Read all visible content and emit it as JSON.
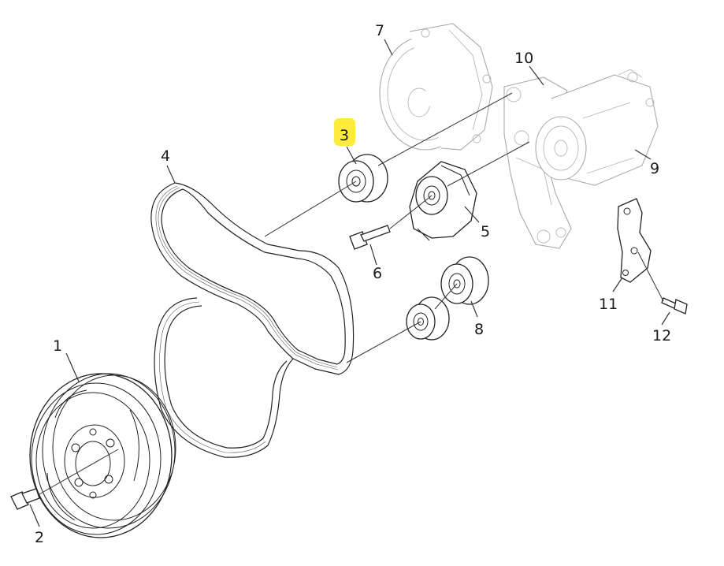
{
  "diagram": {
    "callouts": {
      "c1": "1",
      "c2": "2",
      "c3": "3",
      "c4": "4",
      "c5": "5",
      "c6": "6",
      "c7": "7",
      "c8": "8",
      "c9": "9",
      "c10": "10",
      "c11": "11",
      "c12": "12"
    },
    "highlight": {
      "callout": "3",
      "color": "#ffeb3b"
    }
  }
}
